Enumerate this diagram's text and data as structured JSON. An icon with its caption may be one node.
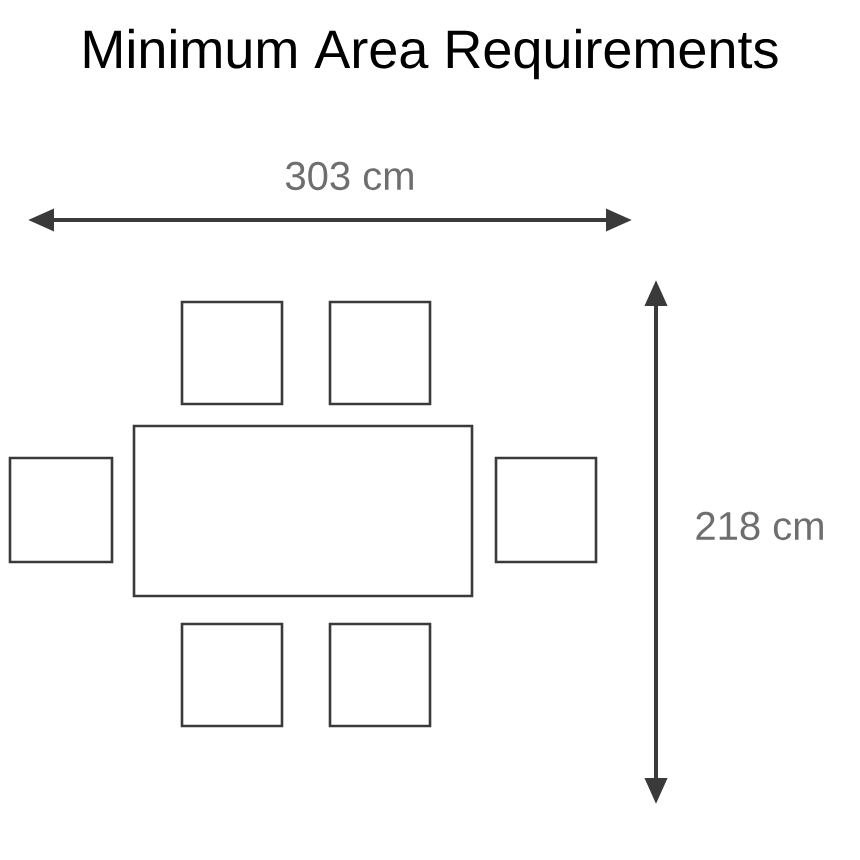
{
  "diagram": {
    "title": "Minimum Area Requirements",
    "labels": [
      "303 cm",
      "218 cm"
    ]
  }
}
